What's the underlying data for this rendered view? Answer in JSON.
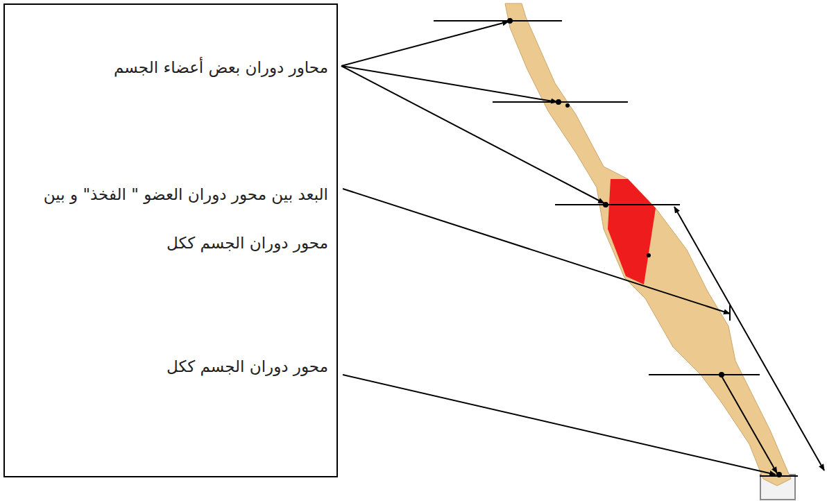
{
  "diagram": {
    "nodes": [
      {
        "text": [
          "محاور دوران بعض أعضاء الجسم",
          "البعد بين محور دوران العضو \" الفخذ\" و بين محور دوران الجسم ككل",
          "محور دوران الجسم ككل"
        ]
      }
    ]
  }
}
